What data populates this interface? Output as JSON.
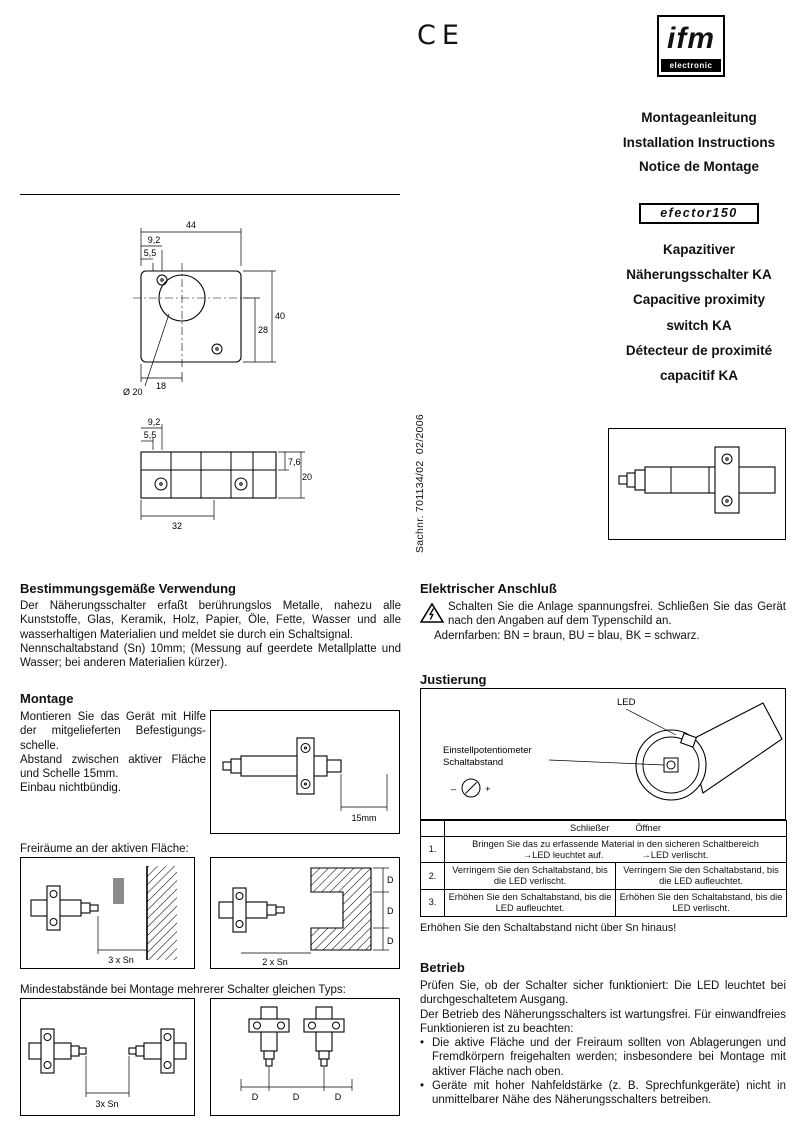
{
  "header": {
    "ce_mark": "CE",
    "ifm": {
      "name": "ifm",
      "sub": "electronic"
    },
    "doc_titles": [
      "Montageanleitung",
      "Installation Instructions",
      "Notice de Montage"
    ],
    "efector": "efector150",
    "product_titles": [
      "Kapazitiver",
      "Näherungsschalter KA",
      "Capacitive proximity",
      "switch KA",
      "Détecteur de proximité",
      "capacitif KA"
    ],
    "sachnr": "Sachnr. 701134/02  02/2006"
  },
  "drawings": {
    "front": {
      "w44": "44",
      "d92": "9,2",
      "d55": "5,5",
      "h28": "28",
      "h40": "40",
      "w18": "18",
      "dia20": "Ø 20"
    },
    "side": {
      "d92": "9,2",
      "d55": "5,5",
      "h76": "7,6",
      "h20": "20",
      "w32": "32"
    },
    "montage_dim": "15mm",
    "clearance_a": "3 x Sn",
    "clearance_b": "2 x Sn",
    "dim_d": "D",
    "min_spacing": "3x Sn"
  },
  "verwendung": {
    "heading": "Bestimmungsgemäße Verwendung",
    "p1": "Der Näherungsschalter erfaßt berührungslos Metalle, nahezu alle Kunststoffe, Glas, Keramik, Holz, Papier, Öle, Fette, Wasser und alle wasserhaltigen Materialien und meldet sie durch ein Schaltsignal.",
    "p2": "Nennschaltabstand (Sn) 10mm; (Messung auf geerdete Metallplatte und Wasser; bei anderen Materialien kürzer)."
  },
  "montage": {
    "heading": "Montage",
    "p1": "Montieren Sie das Gerät mit Hilfe der mitgelieferten Befestigungs­schelle.",
    "p2": "Abstand zwischen aktiver Fläche und Schelle 15mm.",
    "p3": "Einbau nichtbündig."
  },
  "freiraum_label": "Freiräume an der aktiven Fläche:",
  "mindest_label": "Mindestabstände bei Montage mehrerer Schalter gleichen Typs:",
  "anschluss": {
    "heading": "Elektrischer Anschluß",
    "p1": "Schalten Sie die Anlage spannungsfrei. Schließen Sie das Gerät nach den Angaben auf dem Typenschild an.",
    "p2": "Adernfarben: BN = braun, BU = blau, BK = schwarz."
  },
  "justierung": {
    "heading": "Justierung",
    "led": "LED",
    "pot1": "Einstellpotentiometer",
    "pot2": "Schaltabstand",
    "minus": "–",
    "plus": "+",
    "table": {
      "header_left": "Schließer",
      "header_right": "Öffner",
      "r1_num": "1.",
      "r1_text": "Bringen Sie das zu erfassende Material in den sicheren Schaltbereich",
      "r1_on": "→LED leuchtet auf.",
      "r1_off": "→LED verlischt.",
      "r2_num": "2.",
      "r2_s": "Verringern Sie den Schaltabstand, bis die LED verlischt.",
      "r2_o": "Verringern Sie den Schaltabstand, bis die LED aufleuchtet.",
      "r3_num": "3.",
      "r3_s": "Erhöhen Sie den Schaltabstand, bis die LED aufleuchtet.",
      "r3_o": "Erhöhen Sie den Schaltabstand, bis die LED verlischt."
    },
    "note": "Erhöhen Sie den Schaltabstand nicht über Sn hinaus!"
  },
  "betrieb": {
    "heading": "Betrieb",
    "p1": "Prüfen Sie, ob der Schalter sicher funktioniert: Die LED leuchtet bei durchgeschaltetem Ausgang.",
    "p2": "Der Betrieb des Näherungsschalters ist wartungsfrei. Für einwandfrei­es Funktionieren ist zu beachten:",
    "bullets": [
      "Die aktive Fläche und der Freiraum sollten von Ablagerungen und Fremdkörpern freigehalten werden; insbesondere bei Montage mit aktiver Fläche nach oben.",
      "Geräte mit hoher Nahfeldstärke (z. B. Sprechfunkgeräte) nicht in unmittelbarer Nähe des Näherungsschalters betreiben."
    ]
  }
}
